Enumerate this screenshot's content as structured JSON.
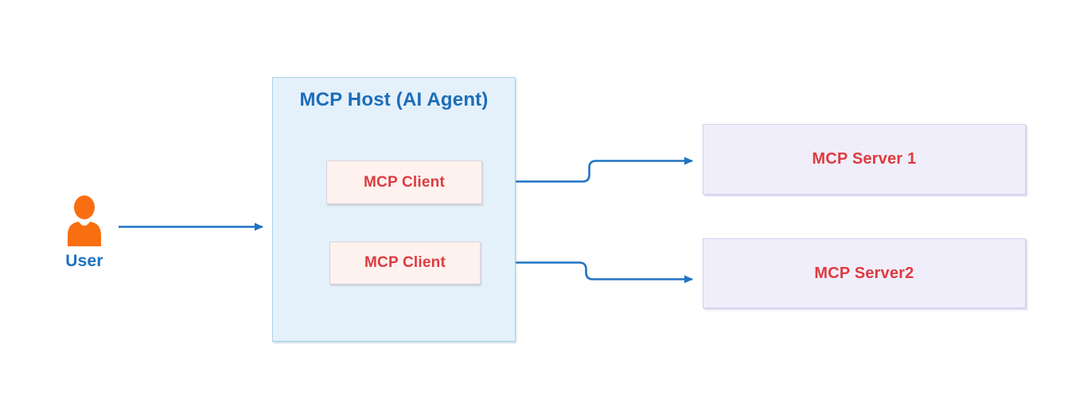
{
  "user": {
    "label": "User"
  },
  "host": {
    "title": "MCP Host (AI Agent)",
    "clients": [
      {
        "label": "MCP Client"
      },
      {
        "label": "MCP Client"
      }
    ]
  },
  "servers": [
    {
      "label": "MCP Server 1"
    },
    {
      "label": "MCP Server2"
    }
  ],
  "icons": {
    "user": "user-icon"
  },
  "colors": {
    "host_fill": "#E4F1FB",
    "host_border": "#ACD2EA",
    "host_title_text": "#1C6DB8",
    "client_fill": "#FEF2EE",
    "client_border": "#DAD2D8",
    "server_fill": "#F1EEFB",
    "server_border": "#D7CFEF",
    "box_text_red": "#DE3B40",
    "arrow_blue": "#2173C4",
    "user_orange": "#F96E11",
    "user_label_blue": "#1D71C1"
  }
}
